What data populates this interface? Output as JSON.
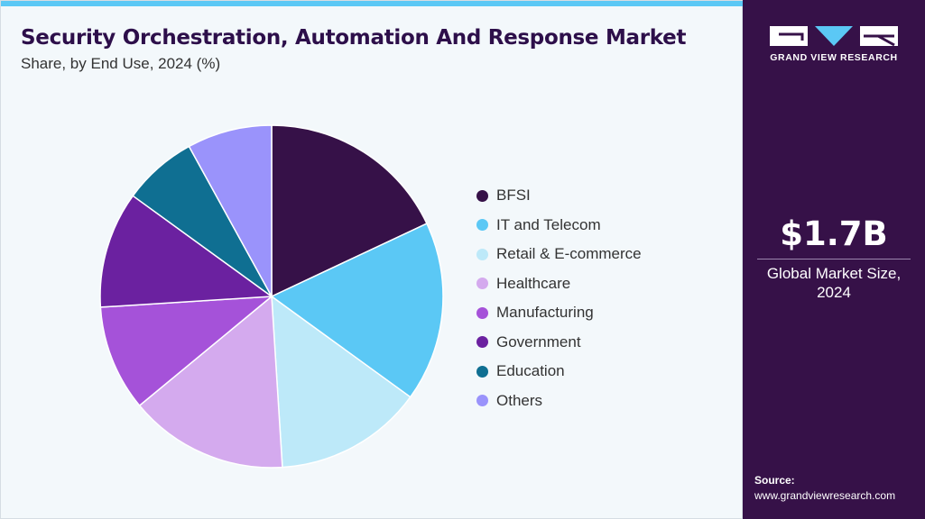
{
  "header": {
    "title": "Security Orchestration, Automation And Response Market",
    "subtitle": "Share, by End Use, 2024 (%)"
  },
  "colors": {
    "accent_bar": "#5bc8f5",
    "sidebar_bg": "#361148",
    "panel_bg": "#f3f8fb"
  },
  "chart_data": {
    "type": "pie",
    "title": "Security Orchestration, Automation And Response Market",
    "subtitle": "Share, by End Use, 2024 (%)",
    "legend_position": "right",
    "start_angle_deg": 0,
    "direction": "clockwise",
    "series": [
      {
        "name": "BFSI",
        "value": 18,
        "color": "#361148"
      },
      {
        "name": "IT and Telecom",
        "value": 17,
        "color": "#5bc8f5"
      },
      {
        "name": "Retail & E-commerce",
        "value": 14,
        "color": "#bde9f9"
      },
      {
        "name": "Healthcare",
        "value": 15,
        "color": "#d4aaee"
      },
      {
        "name": "Manufacturing",
        "value": 10,
        "color": "#a552d9"
      },
      {
        "name": "Government",
        "value": 11,
        "color": "#6b21a0"
      },
      {
        "name": "Education",
        "value": 7,
        "color": "#0f6f92"
      },
      {
        "name": "Others",
        "value": 8,
        "color": "#9a93fb"
      }
    ]
  },
  "sidebar": {
    "logo_text": "GRAND VIEW RESEARCH",
    "market_value": "$1.7B",
    "market_caption": "Global Market Size, 2024",
    "source_label": "Source:",
    "source_url": "www.grandviewresearch.com"
  }
}
